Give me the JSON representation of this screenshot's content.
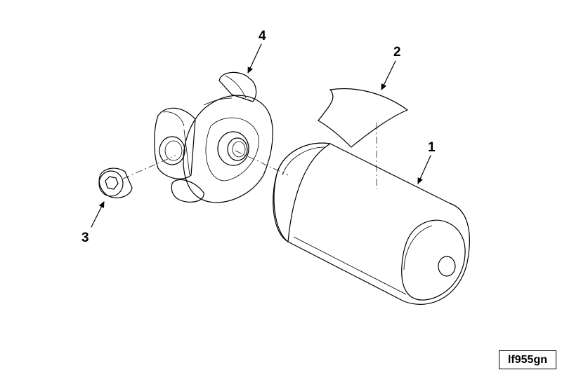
{
  "callouts": {
    "filter": "1",
    "label": "2",
    "plug": "3",
    "adapter": "4"
  },
  "reference_code": "lf955gn"
}
